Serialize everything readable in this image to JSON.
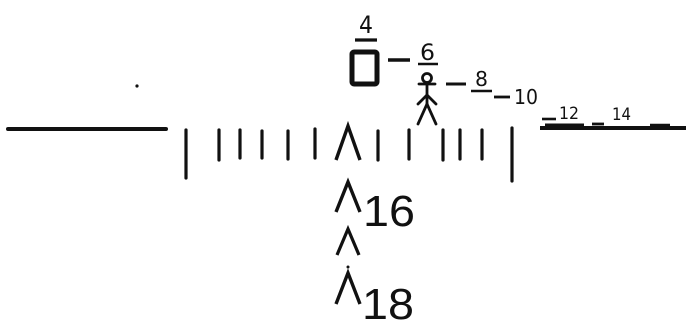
{
  "reticle": {
    "stadia_labels": [
      "4",
      "6",
      "8",
      "10",
      "12",
      "14"
    ],
    "lower_labels": [
      "16",
      "18"
    ],
    "target_icons": [
      "vehicle-target-icon",
      "standing-person-icon"
    ],
    "line_color": "#111111",
    "background_color": "#ffffff"
  }
}
